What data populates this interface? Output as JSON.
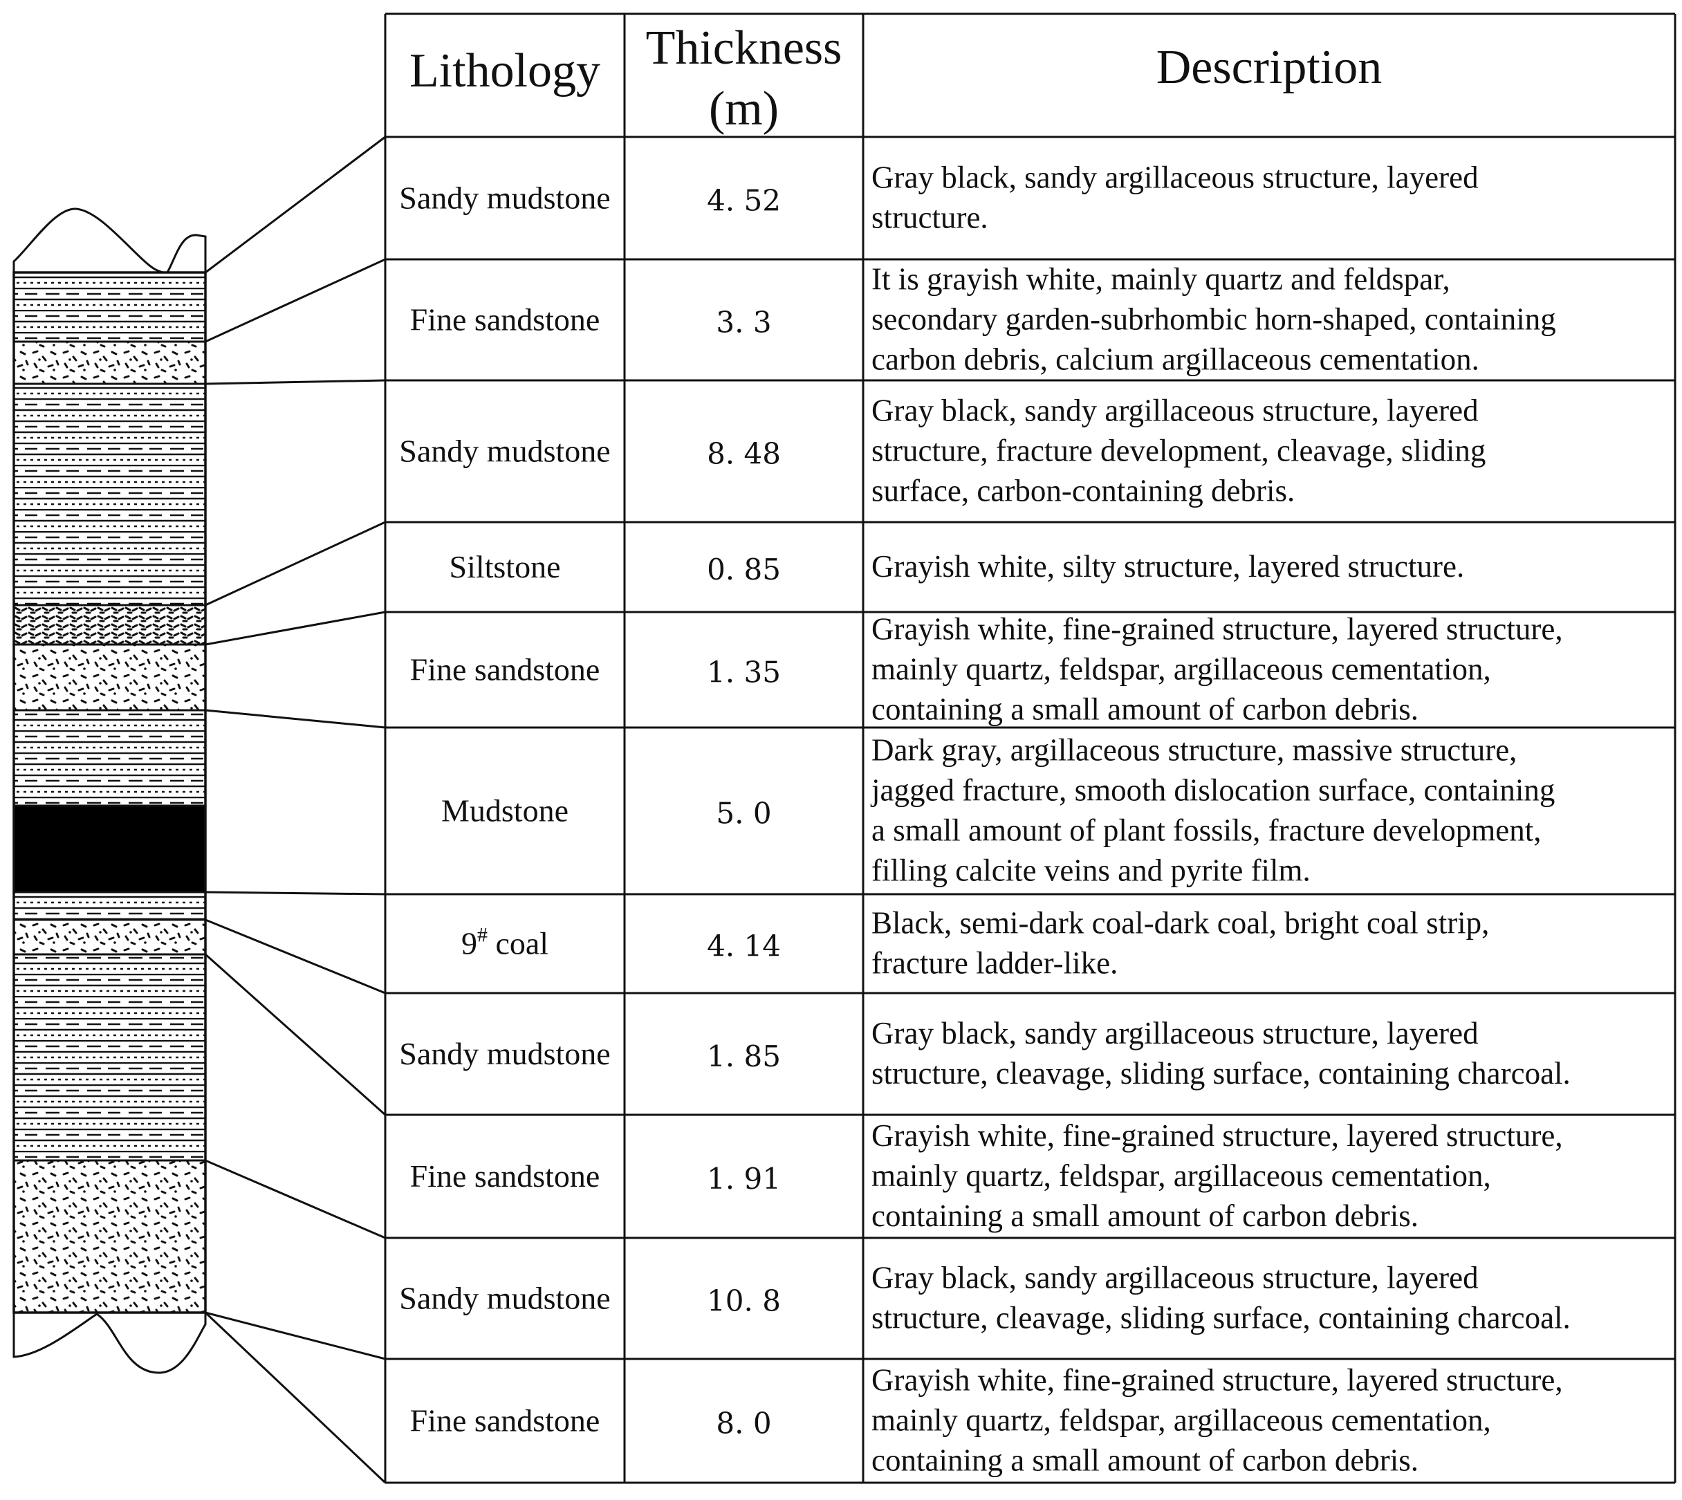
{
  "headers": {
    "lithology": "Lithology",
    "thickness_line1": "Thickness",
    "thickness_line2": "(m)",
    "description": "Description"
  },
  "rows": [
    {
      "lithology": "Sandy mudstone",
      "thickness": "4. 52",
      "description": [
        "Gray black, sandy argillaceous structure, layered",
        "structure."
      ]
    },
    {
      "lithology": "Fine sandstone",
      "thickness": "3. 3",
      "description": [
        "It is grayish white, mainly quartz and feldspar,",
        "secondary garden-subrhombic horn-shaped, containing",
        "carbon debris, calcium argillaceous cementation."
      ]
    },
    {
      "lithology": "Sandy mudstone",
      "thickness": "8. 48",
      "description": [
        "Gray black, sandy argillaceous structure, layered",
        "structure, fracture development, cleavage, sliding",
        "surface, carbon-containing debris."
      ]
    },
    {
      "lithology": "Siltstone",
      "thickness": "0. 85",
      "description": [
        "Grayish white, silty structure, layered structure."
      ]
    },
    {
      "lithology": "Fine sandstone",
      "thickness": "1. 35",
      "description": [
        "Grayish white, fine-grained structure, layered structure,",
        "mainly quartz, feldspar, argillaceous cementation,",
        "containing a small amount of carbon debris."
      ]
    },
    {
      "lithology": "Mudstone",
      "thickness": "5. 0",
      "description": [
        "Dark gray, argillaceous structure, massive structure,",
        "jagged fracture, smooth dislocation surface, containing",
        "a small amount of plant fossils, fracture development,",
        "filling calcite veins and pyrite film."
      ]
    },
    {
      "lithology": "9",
      "lithology_sup": "#",
      "lithology_suffix": " coal",
      "thickness": "4. 14",
      "description": [
        "Black, semi-dark coal-dark coal, bright coal strip,",
        "fracture ladder-like."
      ]
    },
    {
      "lithology": "Sandy mudstone",
      "thickness": "1. 85",
      "description": [
        "Gray black, sandy argillaceous structure, layered",
        "structure, cleavage, sliding surface, containing charcoal."
      ]
    },
    {
      "lithology": "Fine sandstone",
      "thickness": "1. 91",
      "description": [
        "Grayish white, fine-grained structure, layered structure,",
        "mainly quartz, feldspar, argillaceous cementation,",
        "containing a small amount of carbon debris."
      ]
    },
    {
      "lithology": "Sandy mudstone",
      "thickness": "10. 8",
      "description": [
        "Gray black, sandy argillaceous structure, layered",
        "structure, cleavage, sliding surface, containing charcoal."
      ]
    },
    {
      "lithology": "Fine sandstone",
      "thickness": "8. 0",
      "description": [
        "Grayish white, fine-grained structure, layered structure,",
        "mainly quartz, feldspar, argillaceous cementation,",
        "containing a small amount of carbon debris."
      ]
    }
  ],
  "colors": {
    "line": "#111111",
    "coal": "#000000",
    "background": "#ffffff"
  }
}
